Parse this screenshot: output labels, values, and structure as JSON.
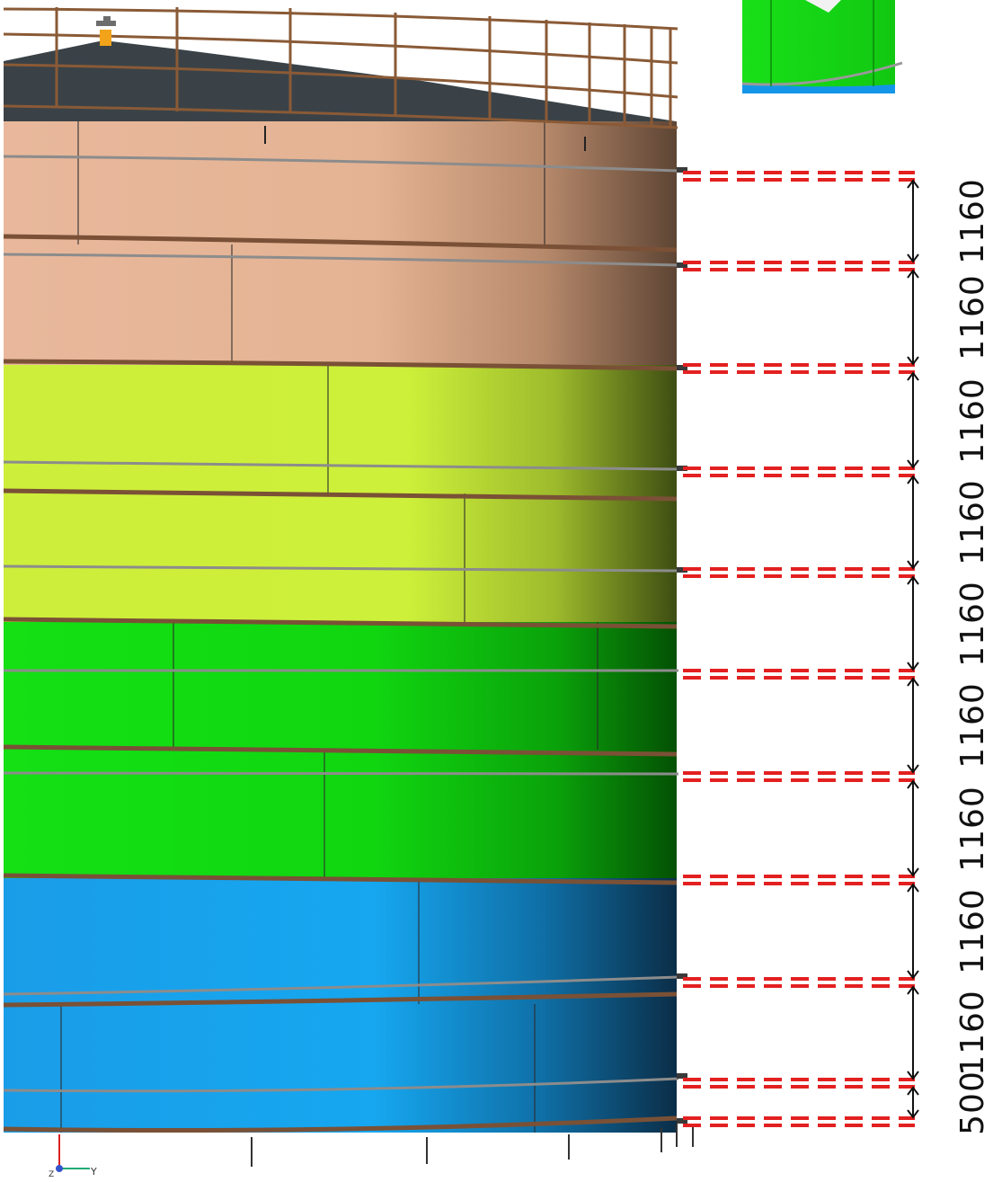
{
  "drawing": {
    "spacing_labels": [
      "1160",
      "1160",
      "1160",
      "1160",
      "1160",
      "1160",
      "1160",
      "1160",
      "1160",
      "500"
    ],
    "axis": {
      "z_label": "Z",
      "y_label": "Y"
    },
    "colors": {
      "course_top": "#e8b89e",
      "course_upper_mid": "#d8f542",
      "course_lower_mid": "#1ee81e",
      "course_bottom": "#1aa3f0",
      "roof": "#3b4348",
      "handrail": "#8a5a36",
      "stiffener": "#9c6a48",
      "dashed_marker": "#e32020",
      "dimension_line": "#111111"
    }
  }
}
